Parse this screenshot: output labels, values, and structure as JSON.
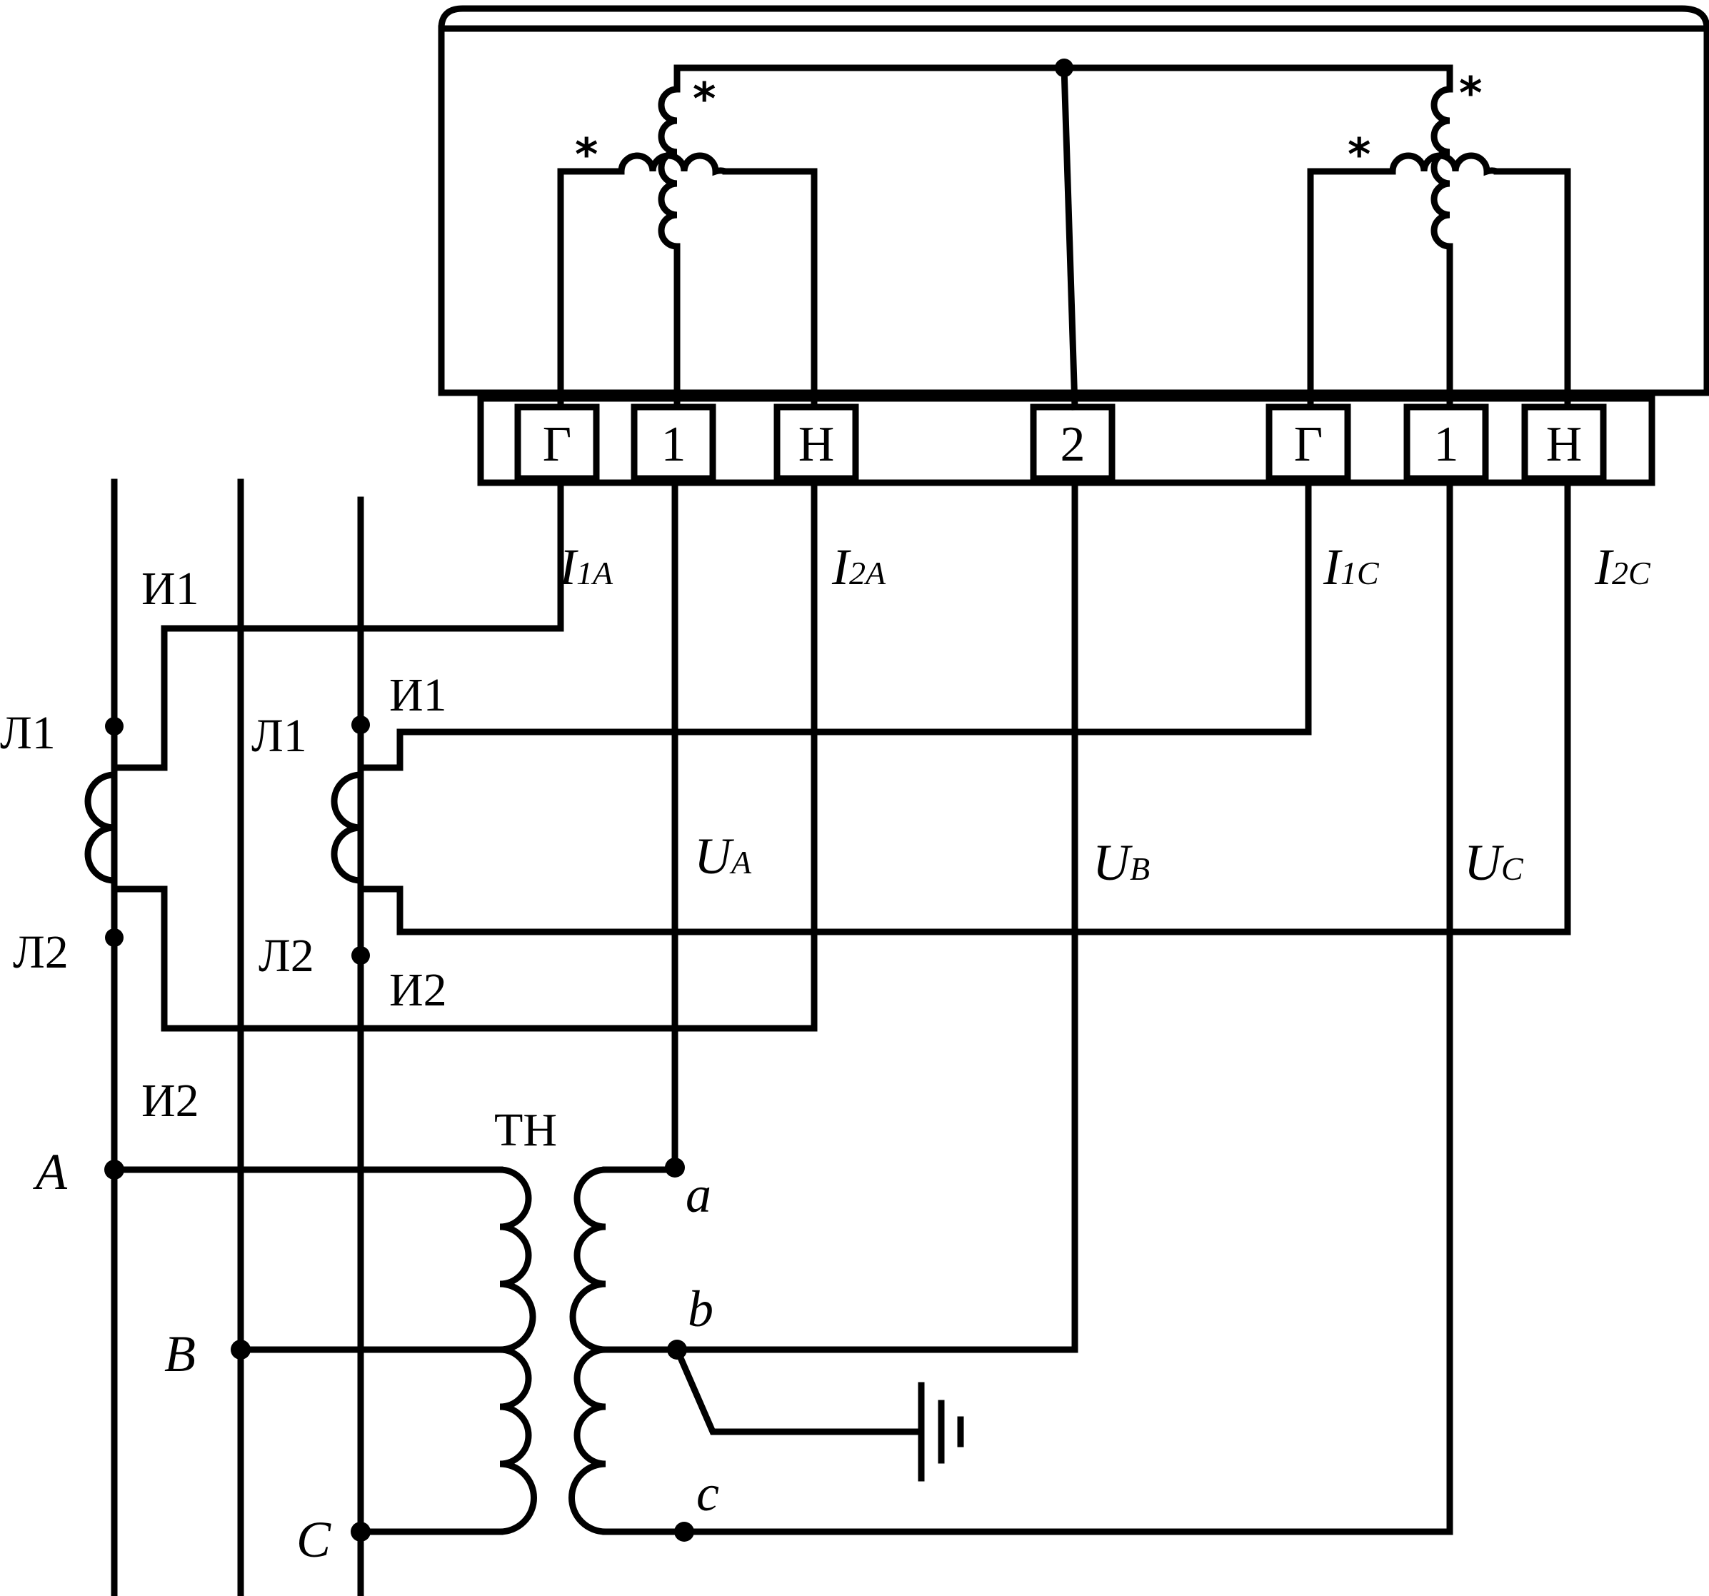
{
  "meter": {
    "terminals": [
      "Г",
      "1",
      "Н",
      "2",
      "Г",
      "1",
      "Н"
    ],
    "star": "*"
  },
  "signals": {
    "i1a": {
      "main": "I",
      "sub": "1A"
    },
    "i2a": {
      "main": "I",
      "sub": "2A"
    },
    "i1c": {
      "main": "I",
      "sub": "1C"
    },
    "i2c": {
      "main": "I",
      "sub": "2C"
    },
    "ua": {
      "main": "U",
      "sub": "A"
    },
    "ub": {
      "main": "U",
      "sub": "B"
    },
    "uc": {
      "main": "U",
      "sub": "C"
    }
  },
  "current_transformers": {
    "phase_a": {
      "l1": "Л1",
      "l2": "Л2",
      "i1": "И1",
      "i2": "И2"
    },
    "phase_c": {
      "l1": "Л1",
      "l2": "Л2",
      "i1": "И1",
      "i2": "И2"
    }
  },
  "phases": {
    "a": "A",
    "b": "B",
    "c": "C"
  },
  "voltage_transformer": {
    "label": "ТН",
    "secondary": {
      "a": "a",
      "b": "b",
      "c": "c"
    }
  }
}
